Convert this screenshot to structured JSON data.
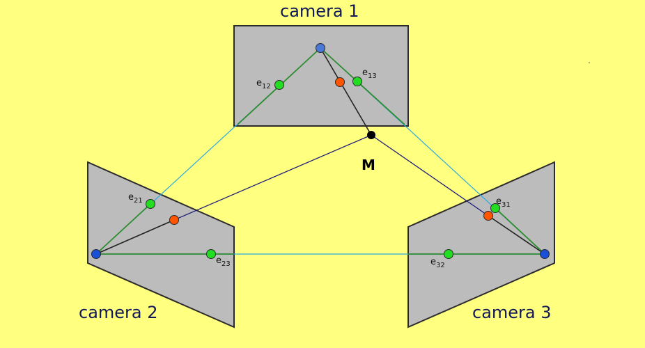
{
  "cameras": {
    "camera_1": "camera 1",
    "camera_2": "camera 2",
    "camera_3": "camera 3"
  },
  "point_label": "M",
  "epipoles": {
    "e12": {
      "base": "e",
      "sub": "12"
    },
    "e13": {
      "base": "e",
      "sub": "13"
    },
    "e21": {
      "base": "e",
      "sub": "21"
    },
    "e23": {
      "base": "e",
      "sub": "23"
    },
    "e31": {
      "base": "e",
      "sub": "31"
    },
    "e32": {
      "base": "e",
      "sub": "32"
    }
  },
  "colors": {
    "background": "#ffff80",
    "image_plane": "#bcbcbc",
    "epipole": "#22dd22",
    "projection": "#ff5500",
    "camera_center": "#1a4fd6",
    "baseline": "#29a9e0",
    "epipolar_line": "#2e8b2e",
    "ray": "#1c1c7a",
    "label": "#111858"
  }
}
